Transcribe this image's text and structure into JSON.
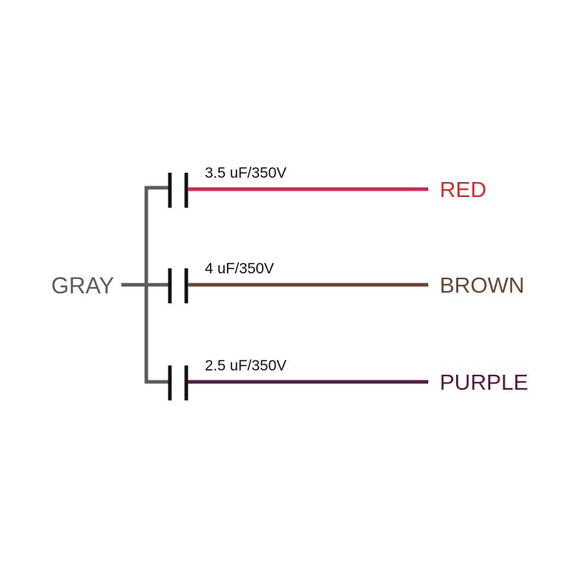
{
  "common": {
    "label": "GRAY",
    "color": "#5a5c5e"
  },
  "plate_color": "#111111",
  "branches": [
    {
      "rating": "3.5 uF/350V",
      "label": "RED",
      "wire_color": "#d8224f",
      "label_color": "#e0242b"
    },
    {
      "rating": "4 uF/350V",
      "label": "BROWN",
      "wire_color": "#6b4430",
      "label_color": "#6b4430"
    },
    {
      "rating": "2.5 uF/350V",
      "label": "PURPLE",
      "wire_color": "#561745",
      "label_color": "#561745"
    }
  ]
}
